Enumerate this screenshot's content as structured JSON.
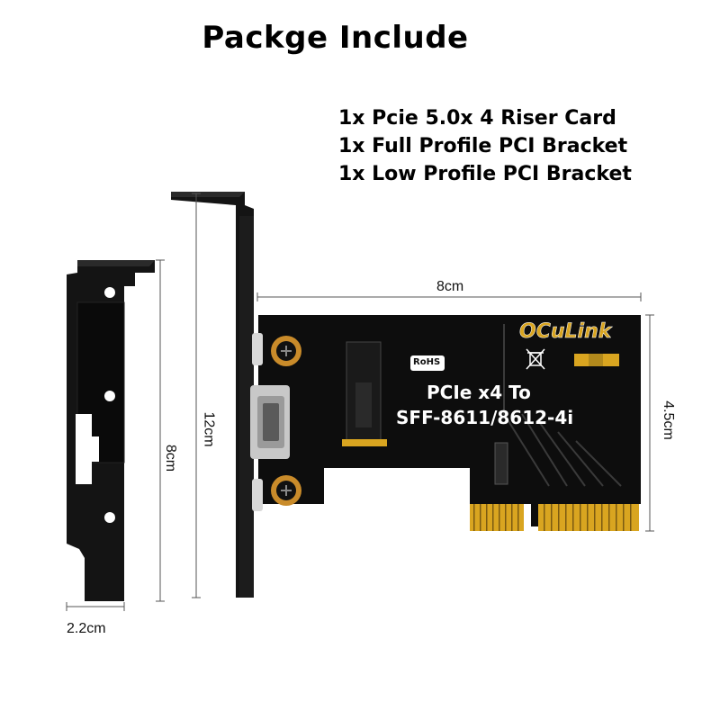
{
  "title": "Packge Include",
  "package_items": [
    "1x Pcie 5.0x 4 Riser Card",
    "1x Full Profile PCI Bracket",
    "1x Low Profile PCI Bracket"
  ],
  "dimensions": {
    "card_length": "8cm",
    "card_height": "4.5cm",
    "full_bracket_height": "12cm",
    "low_bracket_height": "8cm",
    "low_bracket_width": "2.2cm"
  },
  "card": {
    "brand": "OCuLink",
    "model_line1": "PCIe x4 To",
    "model_line2": "SFF-8611/8612-4i",
    "rohs": "RoHS"
  },
  "colors": {
    "pcb": "#0d0d0d",
    "gold": "#d9a520",
    "bracket": "#141414"
  }
}
